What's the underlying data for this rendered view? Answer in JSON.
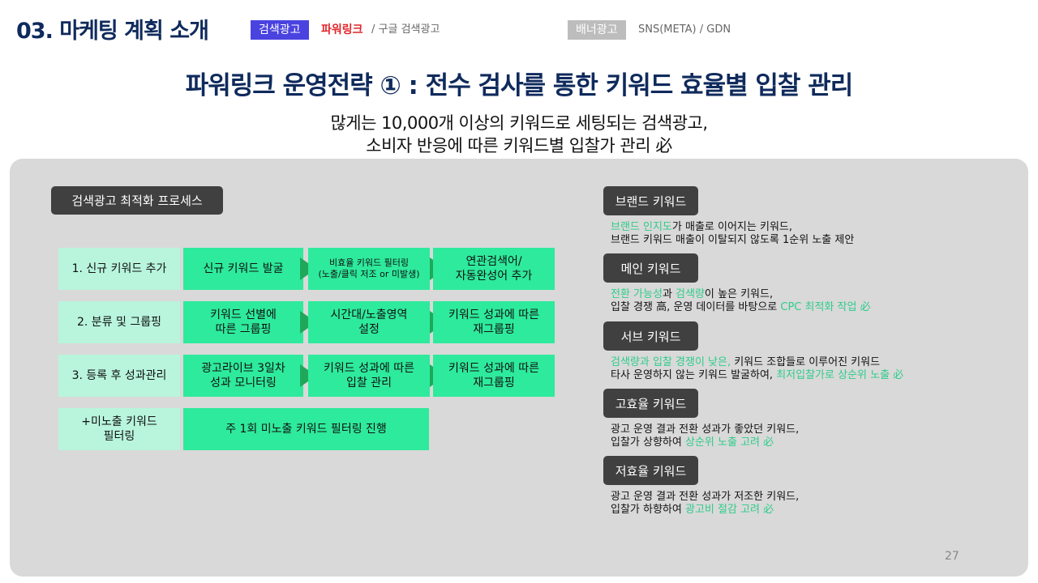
{
  "header": {
    "section_title": "03. 마케팅 계획 소개",
    "tag_search": "검색광고",
    "tag_powerlink": "파워링크",
    "tag_google": "/ 구글 검색광고",
    "tag_banner": "배너광고",
    "tag_sns": "SNS(META)  / GDN"
  },
  "main_title": "파워링크 운영전략 ① : 전수 검사를 통한 키워드 효율별 입찰 관리",
  "subtitle": [
    "많게는 10,000개 이상의 키워드로 세팅되는 검색광고,",
    "소비자 반응에 따른 키워드별 입찰가 관리 必"
  ],
  "process": {
    "label": "검색광고 최적화 프로세스",
    "rows": [
      {
        "label": "1. 신규 키워드 추가",
        "cells": [
          "신규 키워드 발굴",
          "비효율 키워드 필터링\n(노출/클릭 저조 or 미발생)",
          "연관검색어/\n자동완성어 추가"
        ]
      },
      {
        "label": "2. 분류 및 그룹핑",
        "cells": [
          "키워드 선별에\n따른 그룹핑",
          "시간대/노출영역\n설정",
          "키워드 성과에 따른\n재그룹핑"
        ]
      },
      {
        "label": "3. 등록 후 성과관리",
        "cells": [
          "광고라이브 3일차\n성과 모니터링",
          "키워드 성과에 따른\n입찰 관리",
          "키워드 성과에 따른\n재그룹핑"
        ]
      },
      {
        "label": "+미노출 키워드\n필터링",
        "cells": [
          "주 1회 미노출 키워드 필터링 진행"
        ]
      }
    ]
  },
  "keywords": [
    {
      "title": "브랜드 키워드",
      "lines": [
        [
          {
            "t": "브랜드 인지도",
            "hl": true
          },
          {
            "t": "가 매출로 이어지는 키워드,"
          }
        ],
        [
          {
            "t": "브랜드 키워드 매출이 이탈되지 않도록 1순위 노출 제안"
          }
        ]
      ]
    },
    {
      "title": "메인 키워드",
      "lines": [
        [
          {
            "t": "전환 가능성",
            "hl": true
          },
          {
            "t": "과 "
          },
          {
            "t": "검색량",
            "hl": true
          },
          {
            "t": "이 높은 키워드,"
          }
        ],
        [
          {
            "t": "입찰 경쟁 高, 운영 데이터를 바탕으로 "
          },
          {
            "t": "CPC 최적화 작업 必",
            "hl": true
          }
        ]
      ]
    },
    {
      "title": "서브 키워드",
      "lines": [
        [
          {
            "t": "검색량과 입찰 경쟁이 낮은,",
            "hl": true
          },
          {
            "t": " 키워드 조합들로 이루어진 키워드"
          }
        ],
        [
          {
            "t": "타사 운영하지 않는 키워드 발굴하여, "
          },
          {
            "t": "최저입찰가로 상순위 노출 必",
            "hl": true
          }
        ]
      ]
    },
    {
      "title": "고효율 키워드",
      "lines": [
        [
          {
            "t": "광고 운영 결과 전환 성과가 좋았던 키워드,"
          }
        ],
        [
          {
            "t": "입찰가 상향하여 "
          },
          {
            "t": "상순위 노출 고려 必",
            "hl": true
          }
        ]
      ]
    },
    {
      "title": "저효율 키워드",
      "lines": [
        [
          {
            "t": "광고 운영 결과 전환 성과가 저조한 키워드,"
          }
        ],
        [
          {
            "t": "입찰가 하향하여 "
          },
          {
            "t": "광고비 절감 고려 必",
            "hl": true
          }
        ]
      ]
    }
  ],
  "page_number": "27",
  "colors": {
    "navy": "#0f2a5c",
    "accent_green": "#2eea9c",
    "highlight": "#2ecc8a",
    "search_tag": "#4a43e0",
    "powerlink": "#e0262a"
  }
}
